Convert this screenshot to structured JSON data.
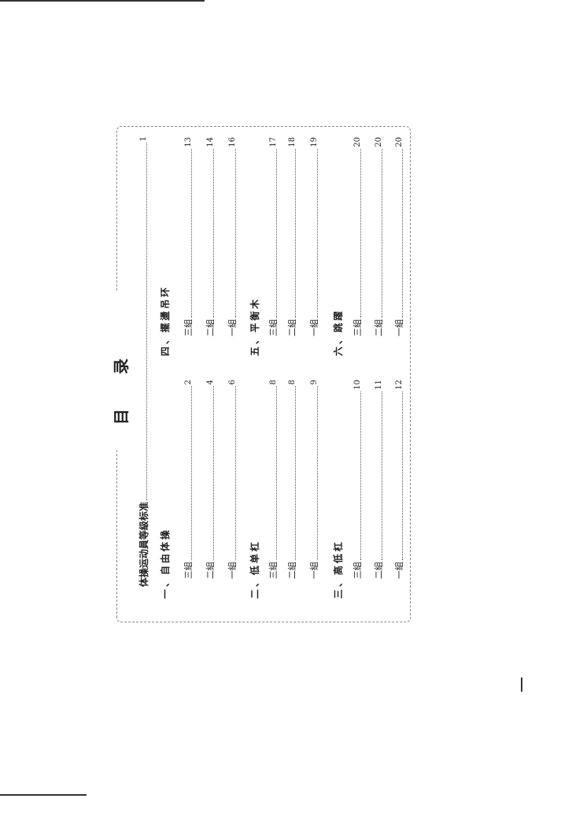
{
  "title": "目录",
  "intro": {
    "label": "体操运动員等級标准",
    "page": "1"
  },
  "sections": [
    {
      "heading": "一、自由体操",
      "items": [
        {
          "label": "三組",
          "page": "2"
        },
        {
          "label": "二組",
          "page": "4"
        },
        {
          "label": "一組",
          "page": "6"
        }
      ]
    },
    {
      "heading": "二、低单杠",
      "items": [
        {
          "label": "三組",
          "page": "8"
        },
        {
          "label": "二組",
          "page": "8"
        },
        {
          "label": "一組",
          "page": "9"
        }
      ]
    },
    {
      "heading": "三、高低杠",
      "items": [
        {
          "label": "三組",
          "page": "10"
        },
        {
          "label": "二組",
          "page": "11"
        },
        {
          "label": "一組",
          "page": "12"
        }
      ]
    },
    {
      "heading": "四、擺盪吊环",
      "items": [
        {
          "label": "三組",
          "page": "13"
        },
        {
          "label": "二組",
          "page": "14"
        },
        {
          "label": "一組",
          "page": "16"
        }
      ]
    },
    {
      "heading": "五、平衡木",
      "items": [
        {
          "label": "三組",
          "page": "17"
        },
        {
          "label": "二組",
          "page": "18"
        },
        {
          "label": "一組",
          "page": "19"
        }
      ]
    },
    {
      "heading": "六、跳躍",
      "items": [
        {
          "label": "三組",
          "page": "20"
        },
        {
          "label": "二組",
          "page": "20"
        },
        {
          "label": "一組",
          "page": "20"
        }
      ]
    }
  ]
}
